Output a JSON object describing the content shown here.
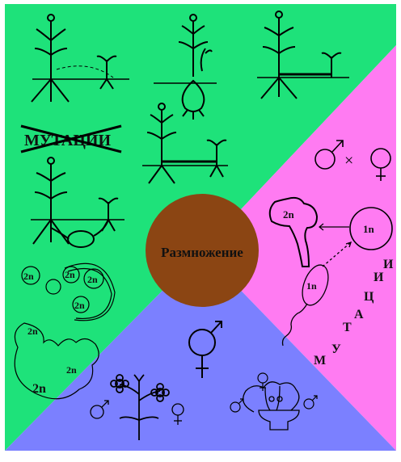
{
  "center": {
    "label": "Размножение"
  },
  "mutations": {
    "label": "МУТАЦИИ"
  },
  "ploidy": {
    "cells_2n": [
      "2n",
      "2n",
      "2n",
      "2n"
    ],
    "body_2n": [
      "2n",
      "2n",
      "2n"
    ],
    "sperm_n": "1n",
    "egg_n": "1n",
    "zygote_2n": "2n"
  },
  "mutations_diagonal": [
    "М",
    "У",
    "Т",
    "А",
    "Ц",
    "И",
    "И"
  ],
  "symbols": {
    "cross": "×",
    "male": "♂",
    "female": "♀"
  },
  "colors": {
    "green": "#1ee27a",
    "pink": "#ff7bf2",
    "blue": "#7b80ff",
    "center": "#8b4513",
    "ink": "#000000"
  }
}
